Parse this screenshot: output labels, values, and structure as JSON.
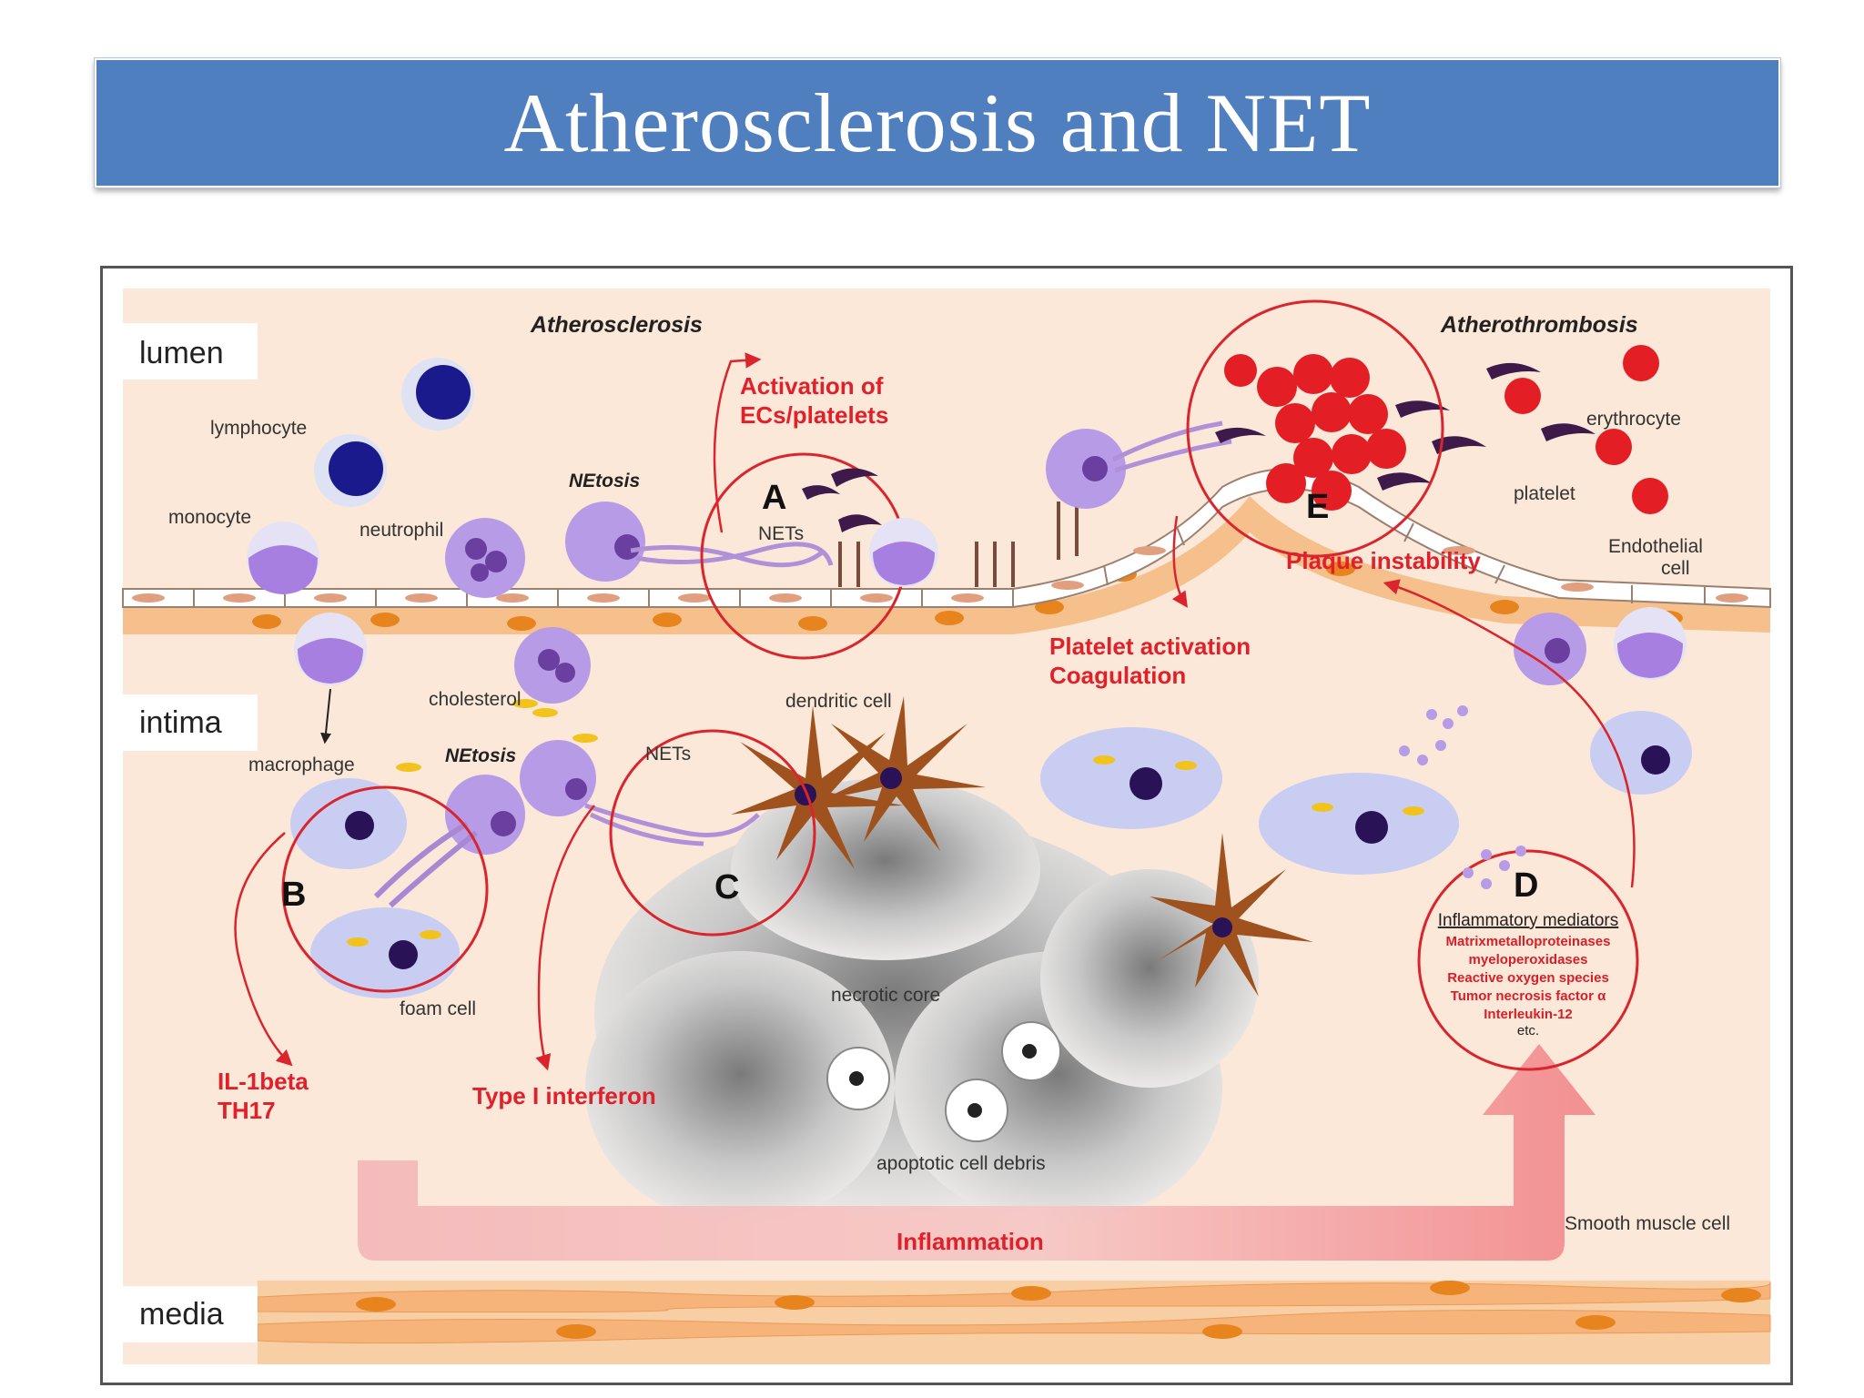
{
  "title": "Atherosclerosis and NET",
  "regions": {
    "lumen": "lumen",
    "intima": "intima",
    "media": "media"
  },
  "headers": {
    "atherosclerosis": "Atherosclerosis",
    "atherothrombosis": "Atherothrombosis"
  },
  "cells": {
    "lymphocyte": "lymphocyte",
    "monocyte": "monocyte",
    "neutrophil": "neutrophil",
    "netosis_top": "NEtosis",
    "nets_a": "NETs",
    "cholesterol": "cholesterol",
    "macrophage": "macrophage",
    "netosis_bottom": "NEtosis",
    "nets_c": "NETs",
    "dendritic_cell": "dendritic cell",
    "foam_cell": "foam cell",
    "necrotic_core": "necrotic core",
    "apoptotic_debris": "apoptotic cell debris",
    "erythrocyte": "erythrocyte",
    "platelet": "platelet",
    "endothelial_cell_1": "Endothelial",
    "endothelial_cell_2": "cell",
    "smooth_muscle": "Smooth muscle cell"
  },
  "letters": {
    "a": "A",
    "b": "B",
    "c": "C",
    "d": "D",
    "e": "E"
  },
  "effects": {
    "activation_1": "Activation of",
    "activation_2": "ECs/platelets",
    "plaque": "Plaque instability",
    "platelet_1": "Platelet activation",
    "platelet_2": "Coagulation",
    "il_1": "IL-1beta",
    "il_2": "TH17",
    "interferon": "Type I interferon",
    "inflammation": "Inflammation"
  },
  "mediators": {
    "title": "Inflammatory mediators",
    "items": [
      "Matrixmetalloproteinases",
      "myeloperoxidases",
      "Reactive oxygen species",
      "Tumor necrosis factor α",
      "Interleukin-12"
    ],
    "etc": "etc."
  },
  "colors": {
    "title_bar": "#4f7fbf",
    "background": "#fbe8d8",
    "highlight_red": "#e0202a",
    "neutrophil": "#b79be6",
    "lymphocyte": "#1a1a8c",
    "erythrocyte": "#e31e24",
    "dendritic": "#a0521e",
    "smooth_muscle": "#f6b47a"
  }
}
